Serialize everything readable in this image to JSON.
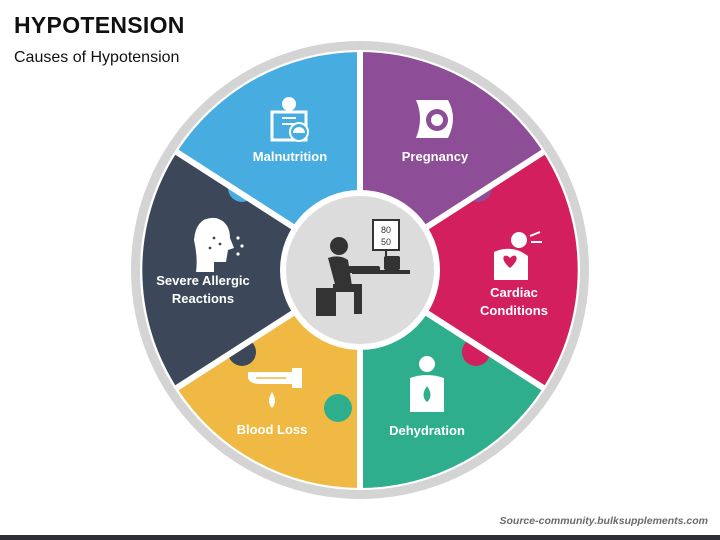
{
  "title": "HYPOTENSION",
  "subtitle": "Causes of Hypotension",
  "source": "Source-community.bulksupplements.com",
  "center": {
    "bp_systolic": "80",
    "bp_diastolic": "50"
  },
  "segments": [
    {
      "id": "malnutrition",
      "label_lines": [
        "Malnutrition"
      ],
      "color": "#47ADE0",
      "icon": "malnutrition-icon"
    },
    {
      "id": "pregnancy",
      "label_lines": [
        "Pregnancy"
      ],
      "color": "#8E4D97",
      "icon": "pregnancy-icon"
    },
    {
      "id": "cardiac",
      "label_lines": [
        "Cardiac",
        "Conditions"
      ],
      "color": "#D31F5E",
      "icon": "heart-attack-icon"
    },
    {
      "id": "dehydration",
      "label_lines": [
        "Dehydration"
      ],
      "color": "#2EAE8D",
      "icon": "dehydration-icon"
    },
    {
      "id": "blood-loss",
      "label_lines": [
        "Blood Loss"
      ],
      "color": "#F0B943",
      "icon": "bleeding-hand-icon"
    },
    {
      "id": "allergic",
      "label_lines": [
        "Severe Allergic",
        "Reactions"
      ],
      "color": "#3C4859",
      "icon": "sneezing-head-icon"
    }
  ]
}
